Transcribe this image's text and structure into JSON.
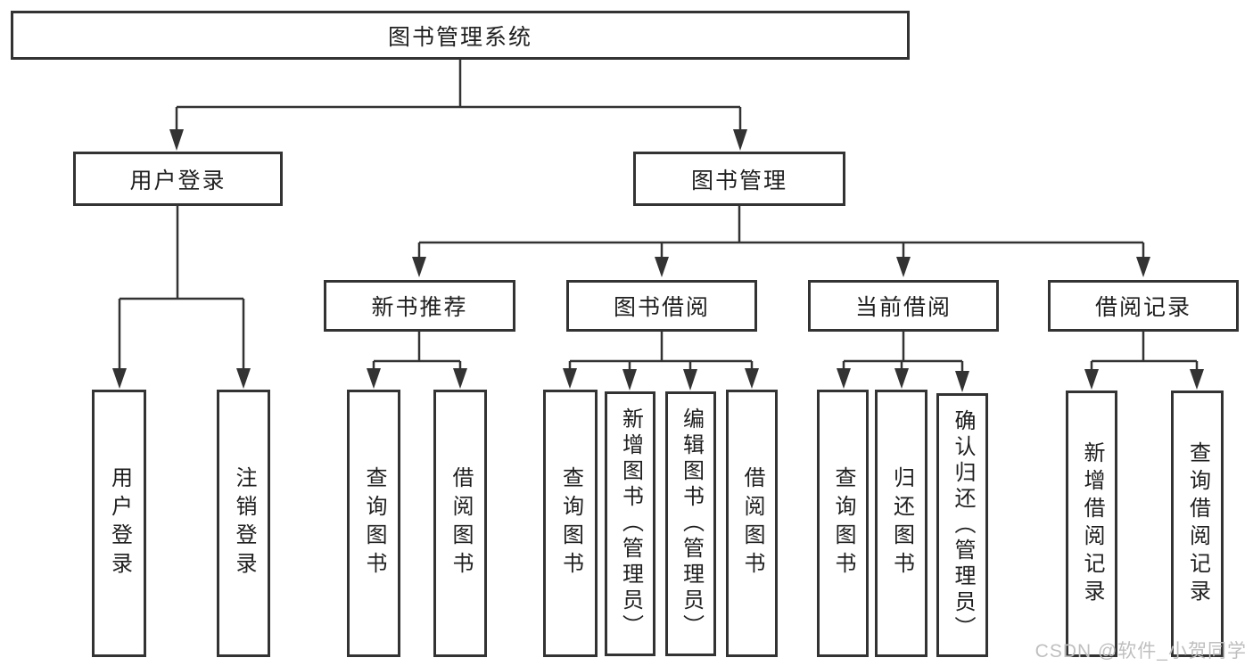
{
  "diagram": {
    "type": "hierarchy-tree",
    "nodes": {
      "root": "图书管理系统",
      "user_login": "用户登录",
      "book_mgmt": "图书管理",
      "new_book_rec": "新书推荐",
      "book_borrow": "图书借阅",
      "current_borrow": "当前借阅",
      "borrow_records": "借阅记录",
      "leaf_user_login": "用户登录",
      "leaf_logout": "注销登录",
      "leaf_query_book_rec": "查询图书",
      "leaf_borrow_book_rec": "借阅图书",
      "leaf_query_book_borrow": "查询图书",
      "leaf_add_book_admin": "新增图书（管理员）",
      "leaf_edit_book_admin": "编辑图书（管理员）",
      "leaf_borrow_book_borrow": "借阅图书",
      "leaf_query_book_current": "查询图书",
      "leaf_return_book": "归还图书",
      "leaf_confirm_return_admin": "确认归还（管理员）",
      "leaf_add_borrow_record": "新增借阅记录",
      "leaf_query_borrow_record": "查询借阅记录"
    },
    "edges": [
      [
        "root",
        "user_login"
      ],
      [
        "root",
        "book_mgmt"
      ],
      [
        "user_login",
        "leaf_user_login"
      ],
      [
        "user_login",
        "leaf_logout"
      ],
      [
        "book_mgmt",
        "new_book_rec"
      ],
      [
        "book_mgmt",
        "book_borrow"
      ],
      [
        "book_mgmt",
        "current_borrow"
      ],
      [
        "book_mgmt",
        "borrow_records"
      ],
      [
        "new_book_rec",
        "leaf_query_book_rec"
      ],
      [
        "new_book_rec",
        "leaf_borrow_book_rec"
      ],
      [
        "book_borrow",
        "leaf_query_book_borrow"
      ],
      [
        "book_borrow",
        "leaf_add_book_admin"
      ],
      [
        "book_borrow",
        "leaf_edit_book_admin"
      ],
      [
        "book_borrow",
        "leaf_borrow_book_borrow"
      ],
      [
        "current_borrow",
        "leaf_query_book_current"
      ],
      [
        "current_borrow",
        "leaf_return_book"
      ],
      [
        "current_borrow",
        "leaf_confirm_return_admin"
      ],
      [
        "borrow_records",
        "leaf_add_borrow_record"
      ],
      [
        "borrow_records",
        "leaf_query_borrow_record"
      ]
    ],
    "colors": {
      "line": "#333333",
      "box_border": "#333333",
      "box_fill": "#ffffff",
      "text": "#1f1f1f",
      "background": "#ffffff",
      "watermark": "#bfbfbf"
    }
  },
  "watermark": "CSDN @软件_小贺同学"
}
